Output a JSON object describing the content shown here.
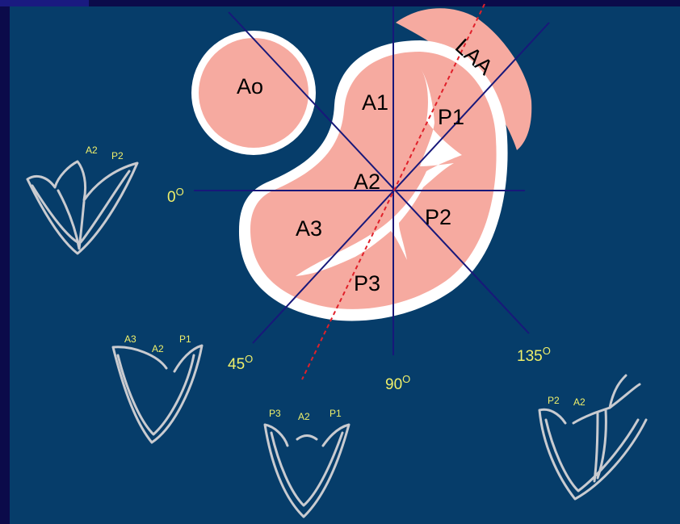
{
  "colors": {
    "background": "#0b0b4a",
    "panel": "#063d6a",
    "tissue": "#f6aaa0",
    "outline": "#ffffff",
    "plane_line": "#18187a",
    "commissure_line": "#e0202a",
    "label_yellow": "#f0f06a",
    "sketch_gray": "#c9cbd0"
  },
  "structures": {
    "aorta": "Ao",
    "appendage": "LAA"
  },
  "scallops": {
    "a1": "A1",
    "a2": "A2",
    "a3": "A3",
    "p1": "P1",
    "p2": "P2",
    "p3": "P3"
  },
  "angles": [
    {
      "value": "0",
      "unit": "O"
    },
    {
      "value": "45",
      "unit": "O"
    },
    {
      "value": "90",
      "unit": "O"
    },
    {
      "value": "135",
      "unit": "O"
    }
  ],
  "views": [
    {
      "labels": [
        "A2",
        "P2"
      ]
    },
    {
      "labels": [
        "A3",
        "A2",
        "P1"
      ]
    },
    {
      "labels": [
        "P3",
        "A2",
        "P1"
      ]
    },
    {
      "labels": [
        "P2",
        "A2"
      ]
    }
  ]
}
